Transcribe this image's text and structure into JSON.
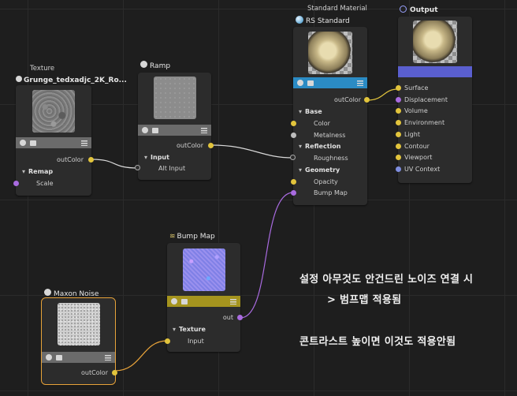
{
  "texture_node": {
    "type_label": "Texture",
    "name": "Grunge_tedxadjc_2K_Ro...",
    "out_port": "outColor",
    "group": "Remap",
    "in_port": "Scale"
  },
  "ramp_node": {
    "name": "Ramp",
    "out_port": "outColor",
    "group": "Input",
    "in_port": "Alt Input"
  },
  "material_node": {
    "type_label": "Standard Material",
    "name": "RS Standard",
    "out_port": "outColor",
    "groups": {
      "base": "Base",
      "reflection": "Reflection",
      "geometry": "Geometry"
    },
    "ports": {
      "color": "Color",
      "metalness": "Metalness",
      "roughness": "Roughness",
      "opacity": "Opacity",
      "bump_map": "Bump Map"
    }
  },
  "output_node": {
    "name": "Output",
    "ports": [
      "Surface",
      "Displacement",
      "Volume",
      "Environment",
      "Light",
      "Contour",
      "Viewport",
      "UV Context"
    ]
  },
  "bump_node": {
    "name": "Bump Map",
    "out_port": "out",
    "group": "Texture",
    "in_port": "Input"
  },
  "noise_node": {
    "name": "Maxon Noise",
    "out_port": "outColor"
  },
  "annotations": {
    "line1": "설정 아무것도 안건드린 노이즈 연결 시",
    "line2": "> 범프맵 적용됨",
    "line3": "콘트라스트 높이면 이것도 적용안됨"
  },
  "colors": {
    "canvas": "#1e1e1e",
    "node": "#2c2c2c",
    "material_bar": "#2b8bc4",
    "output_bar": "#5a5fcf",
    "bump_bar": "#a5941e",
    "gray_bar": "#6b6b6b",
    "port_yellow": "#e2c43c",
    "port_purple": "#a96be0",
    "selection": "#e8a33a"
  }
}
